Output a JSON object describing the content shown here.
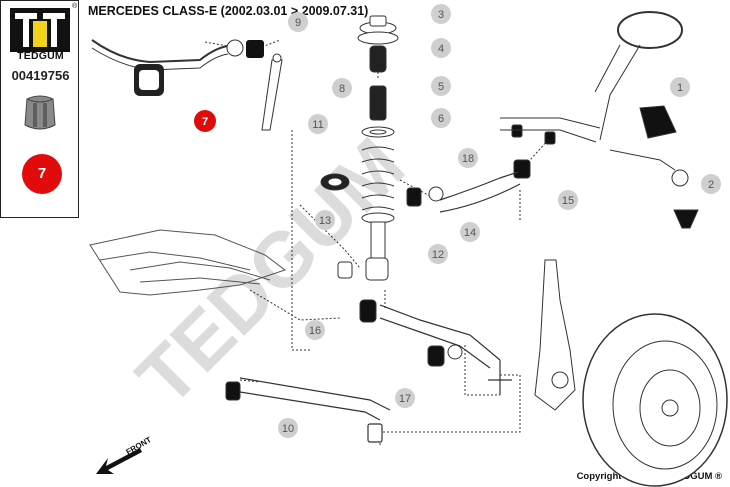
{
  "brand": {
    "name": "TEDGUM",
    "registered": "®"
  },
  "part_number": "00419756",
  "selected_label": "7",
  "title": "MERCEDES CLASS-E  (2002.03.01 > 2009.07.31)",
  "copyright": "Copyright © 2022 by TEDGUM ®",
  "watermark": "TEDGUM",
  "front_label": "FRONT",
  "callouts": [
    "1",
    "2",
    "3",
    "4",
    "5",
    "6",
    "7",
    "8",
    "9",
    "10",
    "11",
    "12",
    "13",
    "14",
    "15",
    "16",
    "17",
    "18"
  ],
  "colors": {
    "accent_red": "#e10b0b",
    "callout_grey": "#cfcfcf",
    "logo_yellow": "#f2d21b"
  }
}
